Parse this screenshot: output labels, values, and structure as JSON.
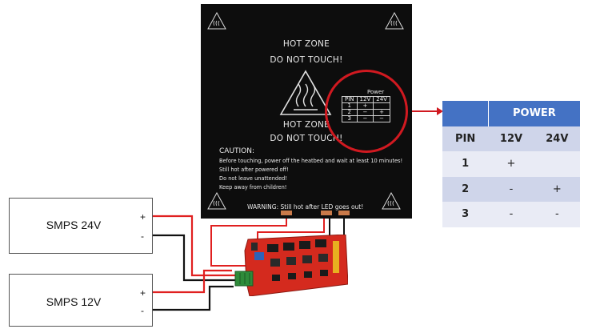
{
  "heatbed": {
    "hot_zone_top": "HOT ZONE",
    "do_not_touch_top": "DO NOT TOUCH!",
    "hot_zone_bottom": "HOT ZONE",
    "do_not_touch_bottom": "DO NOT TOUCH!",
    "caution_title": "CAUTION:",
    "caution_lines": [
      "Before touching, power off the heatbed and wait at least 10 minutes!",
      "Still hot after powered off!",
      "Do not leave unattended!",
      "Keep away from children!"
    ],
    "warning": "WARNING: Still hot after LED goes out!",
    "table": {
      "title": "Power",
      "headers": [
        "PIN",
        "12V",
        "24V"
      ],
      "rows": [
        [
          "1",
          "+",
          ""
        ],
        [
          "2",
          "−",
          "+"
        ],
        [
          "3",
          "−",
          "−"
        ]
      ]
    }
  },
  "power_table": {
    "title": "POWER",
    "headers": [
      "PIN",
      "12V",
      "24V"
    ],
    "rows": [
      [
        "1",
        "+",
        ""
      ],
      [
        "2",
        "-",
        "+"
      ],
      [
        "3",
        "-",
        "-"
      ]
    ]
  },
  "smps_24": {
    "label": "SMPS 24V",
    "plus": "+",
    "minus": "-"
  },
  "smps_12": {
    "label": "SMPS 12V",
    "plus": "+",
    "minus": "-"
  },
  "colors": {
    "highlight": "#d01920",
    "table_header": "#4472c4",
    "wire_positive": "#e02020",
    "wire_negative": "#111111",
    "board": "#d42a1e"
  }
}
